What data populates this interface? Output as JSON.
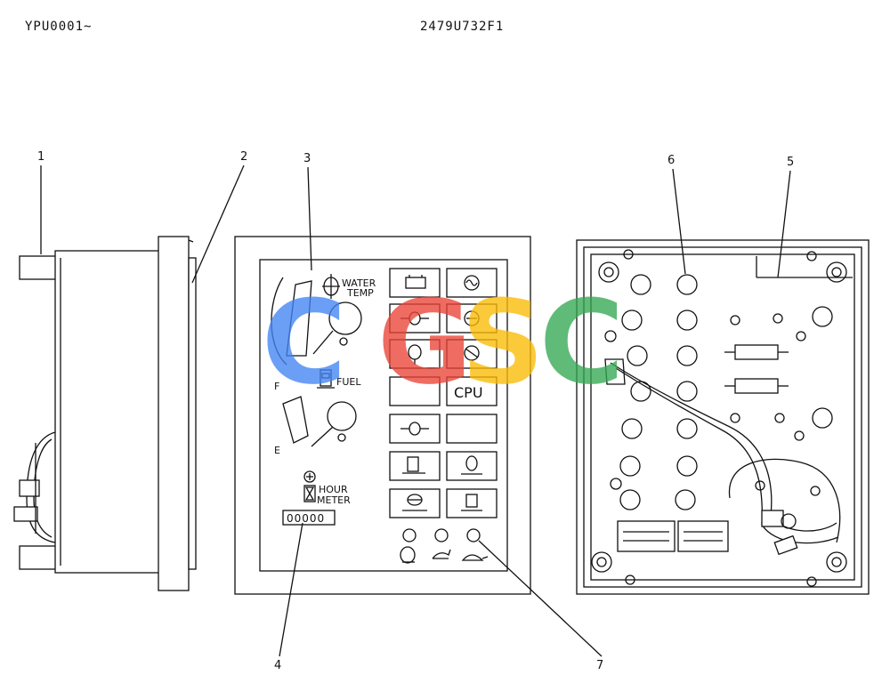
{
  "header": {
    "model_range": "YPU0001~",
    "part_number": "2479U732F1"
  },
  "callouts": [
    "1",
    "2",
    "3",
    "4",
    "5",
    "6",
    "7"
  ],
  "panel": {
    "water_temp_line1": "WATER",
    "water_temp_line2": "TEMP",
    "fuel_label": "FUEL",
    "gauge_full": "F",
    "gauge_empty": "E",
    "hour_line1": "HOUR",
    "hour_line2": "METER",
    "hour_digits": "00000",
    "cpu_label": "CPU"
  },
  "watermark": {
    "letters": [
      "C",
      "G",
      "S",
      "C"
    ],
    "colors": [
      "#4285F4",
      "#EA4335",
      "#FBBC05",
      "#34A853"
    ]
  }
}
